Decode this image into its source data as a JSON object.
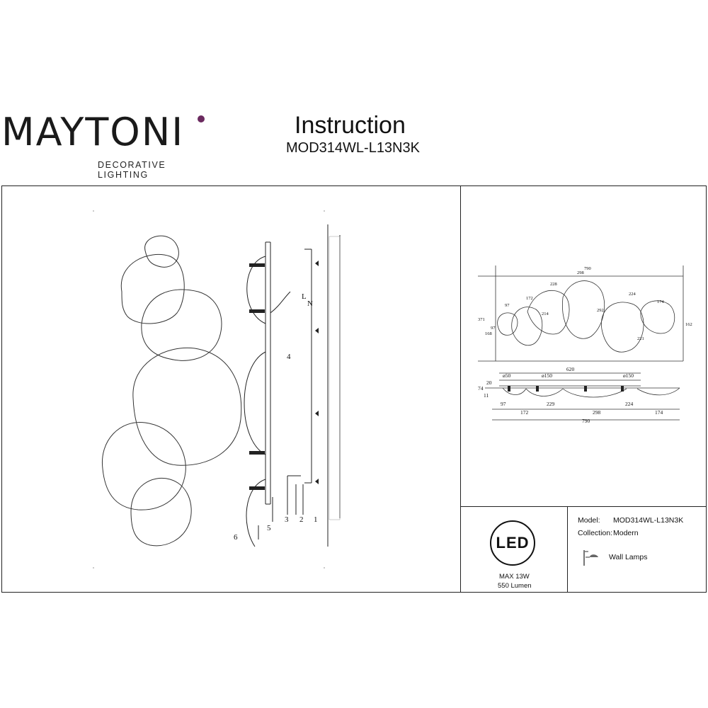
{
  "header": {
    "brand_name": "MAYTONI",
    "brand_tagline": "DECORATIVE LIGHTING",
    "title": "Instruction",
    "model_code": "MOD314WL-L13N3K"
  },
  "colors": {
    "brand_dot": "#6b2a5f",
    "line": "#222222"
  },
  "assembly": {
    "wire_labels": [
      "L",
      "N"
    ],
    "part_numbers": [
      "1",
      "2",
      "3",
      "4",
      "5",
      "6"
    ]
  },
  "dimensions": {
    "front_view": [
      "790",
      "298",
      "228",
      "224",
      "172",
      "174",
      "97",
      "97",
      "214",
      "292",
      "221",
      "162",
      "168",
      "371"
    ],
    "side_view": [
      "620",
      "ø50",
      "ø150",
      "ø150",
      "20",
      "74",
      "11",
      "97",
      "172",
      "229",
      "298",
      "224",
      "174",
      "790"
    ]
  },
  "specs": {
    "badge": "LED",
    "power": "MAX 13W",
    "lumen": "550 Lumen"
  },
  "info": {
    "model_label": "Model:",
    "model_value": "MOD314WL-L13N3K",
    "collection_label": "Collection:",
    "collection_value": "Modern",
    "type_icon": "wall-lamp-icon",
    "type_label": "Wall Lamps"
  }
}
